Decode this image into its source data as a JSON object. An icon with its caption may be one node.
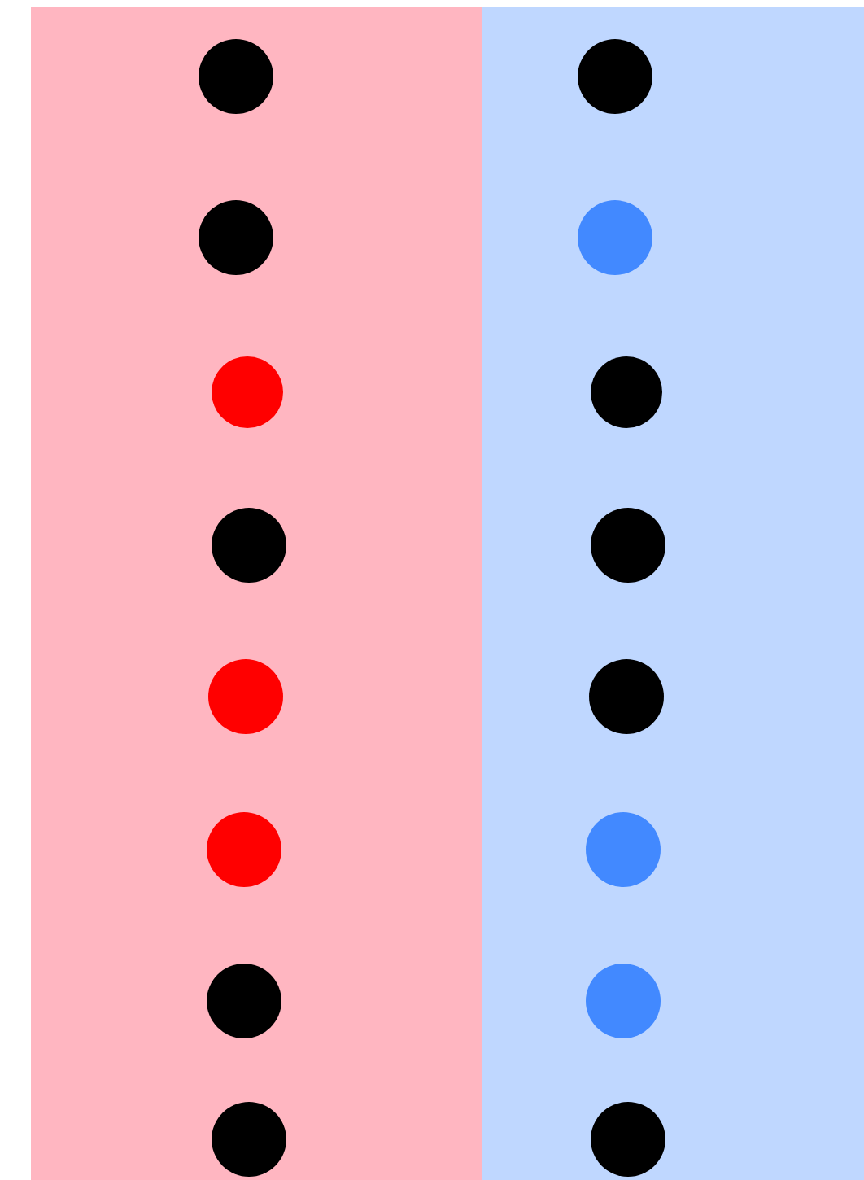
{
  "diagram": {
    "nodes": [
      {
        "text": [],
        "shape": "box"
      },
      {
        "text": [],
        "shape": "circle",
        "in": 0
      },
      {
        "text": [],
        "shape": "circle",
        "in": 0
      },
      {
        "text": [],
        "shape": "circle",
        "in": 0
      },
      {
        "text": [],
        "shape": "circle",
        "in": 0
      },
      {
        "text": [],
        "shape": "circle",
        "in": 0
      },
      {
        "text": [],
        "shape": "circle",
        "in": 0
      },
      {
        "text": [],
        "shape": "circle",
        "in": 0
      },
      {
        "text": [],
        "shape": "circle",
        "in": 0
      },
      {
        "text": [],
        "shape": "box"
      },
      {
        "text": [],
        "shape": "circle",
        "in": 9
      },
      {
        "text": [],
        "shape": "circle",
        "in": 9
      },
      {
        "text": [],
        "shape": "circle",
        "in": 9
      },
      {
        "text": [],
        "shape": "circle",
        "in": 9
      },
      {
        "text": [],
        "shape": "circle",
        "in": 9
      },
      {
        "text": [],
        "shape": "circle",
        "in": 9
      },
      {
        "text": [],
        "shape": "circle",
        "in": 9
      },
      {
        "text": [],
        "shape": "circle",
        "in": 9
      }
    ]
  }
}
